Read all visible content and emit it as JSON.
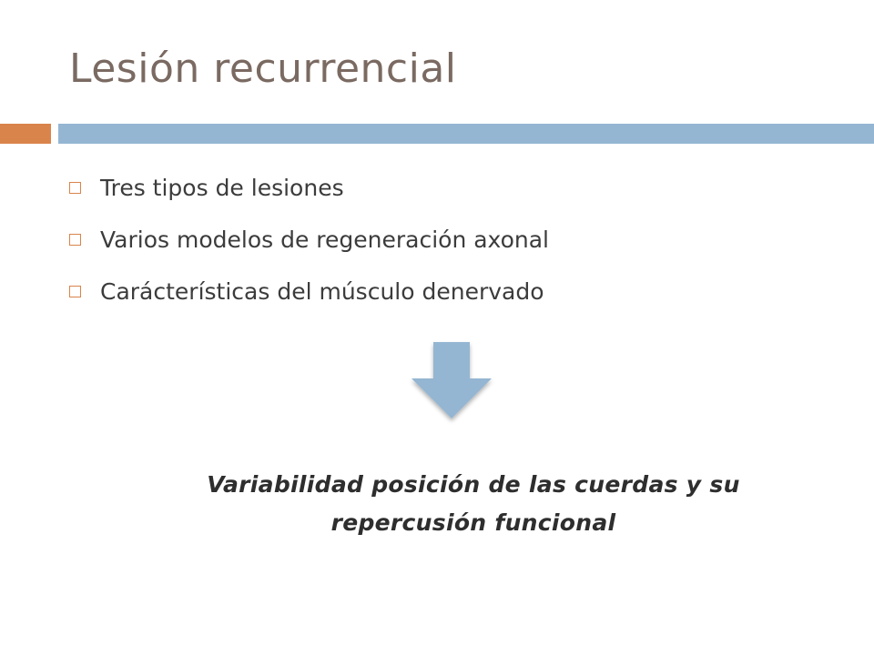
{
  "slide": {
    "title": "Lesión recurrencial",
    "bullets": [
      {
        "text": "Tres tipos de lesiones"
      },
      {
        "text": "Varios modelos de regeneración axonal"
      },
      {
        "text": "Carácterísticas del músculo denervado"
      }
    ],
    "arrow_icon": "down-arrow-icon",
    "conclusion": "Variabilidad posición de las cuerdas y su repercusión funcional",
    "colors": {
      "title": "#7a6a62",
      "accent": "#d9844b",
      "rule": "#94b6d2",
      "arrow": "#94b6d2"
    }
  }
}
